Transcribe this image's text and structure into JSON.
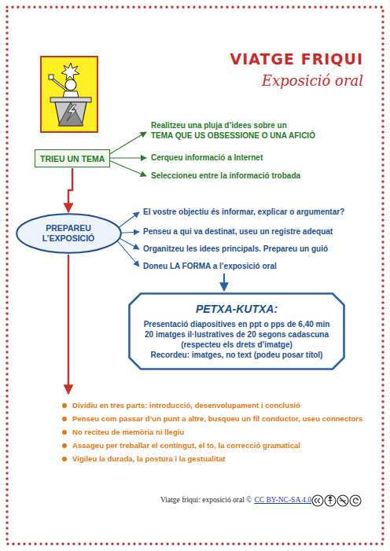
{
  "diagram": {
    "title": "VIATGE FRIQUI",
    "nodes": [
      {
        "text": [
          "TRIEU UN TEMA"
        ]
      },
      {
        "text": [
          "PREPAREU L’EXPOSICIÓ"
        ]
      },
      {
        "text": [
          "PETXA-KUTXA:",
          "Presentació diapositives en ppt o pps de 6,40 min",
          "20 imatges il·lustratives de 20 segons cadascuna (respecteu els drets d’imatge)",
          "Recordeu: imatges, no text (podeu posar títol)"
        ]
      }
    ],
    "edges": [
      {
        "from": 0,
        "to": 1,
        "arrow": "to"
      }
    ],
    "labels": [
      "Exposició oral",
      "Realitzeu una pluja d’idees sobre un",
      "TEMA QUE US OBSESSIONE O UNA AFICIÓ",
      "Cerqueu informació a Internet",
      "Seleccioneu entre la informació trobada",
      "El vostre objectiu és informar, explicar o argumentar?",
      "Penseu a qui va destinat, useu un registre adequat",
      "Organitzeu les idees principals. Prepareu un guió",
      "Doneu LA FORMA a l’exposició oral",
      "Dividiu en tres parts: introducció, desenvolupament i conclusió",
      "Penseu com passar d’un punt a altre, busqueu un fil conductor, useu connectors",
      "No reciteu de memòria ni llegiu",
      "Assageu per treballar el contingut, el to, la correcció gramatical",
      "Vigileu la durada, la postura i la gestualitat",
      "Viatge friqui: exposició oral ©",
      "CC BY-NC-SA 4.0"
    ]
  }
}
